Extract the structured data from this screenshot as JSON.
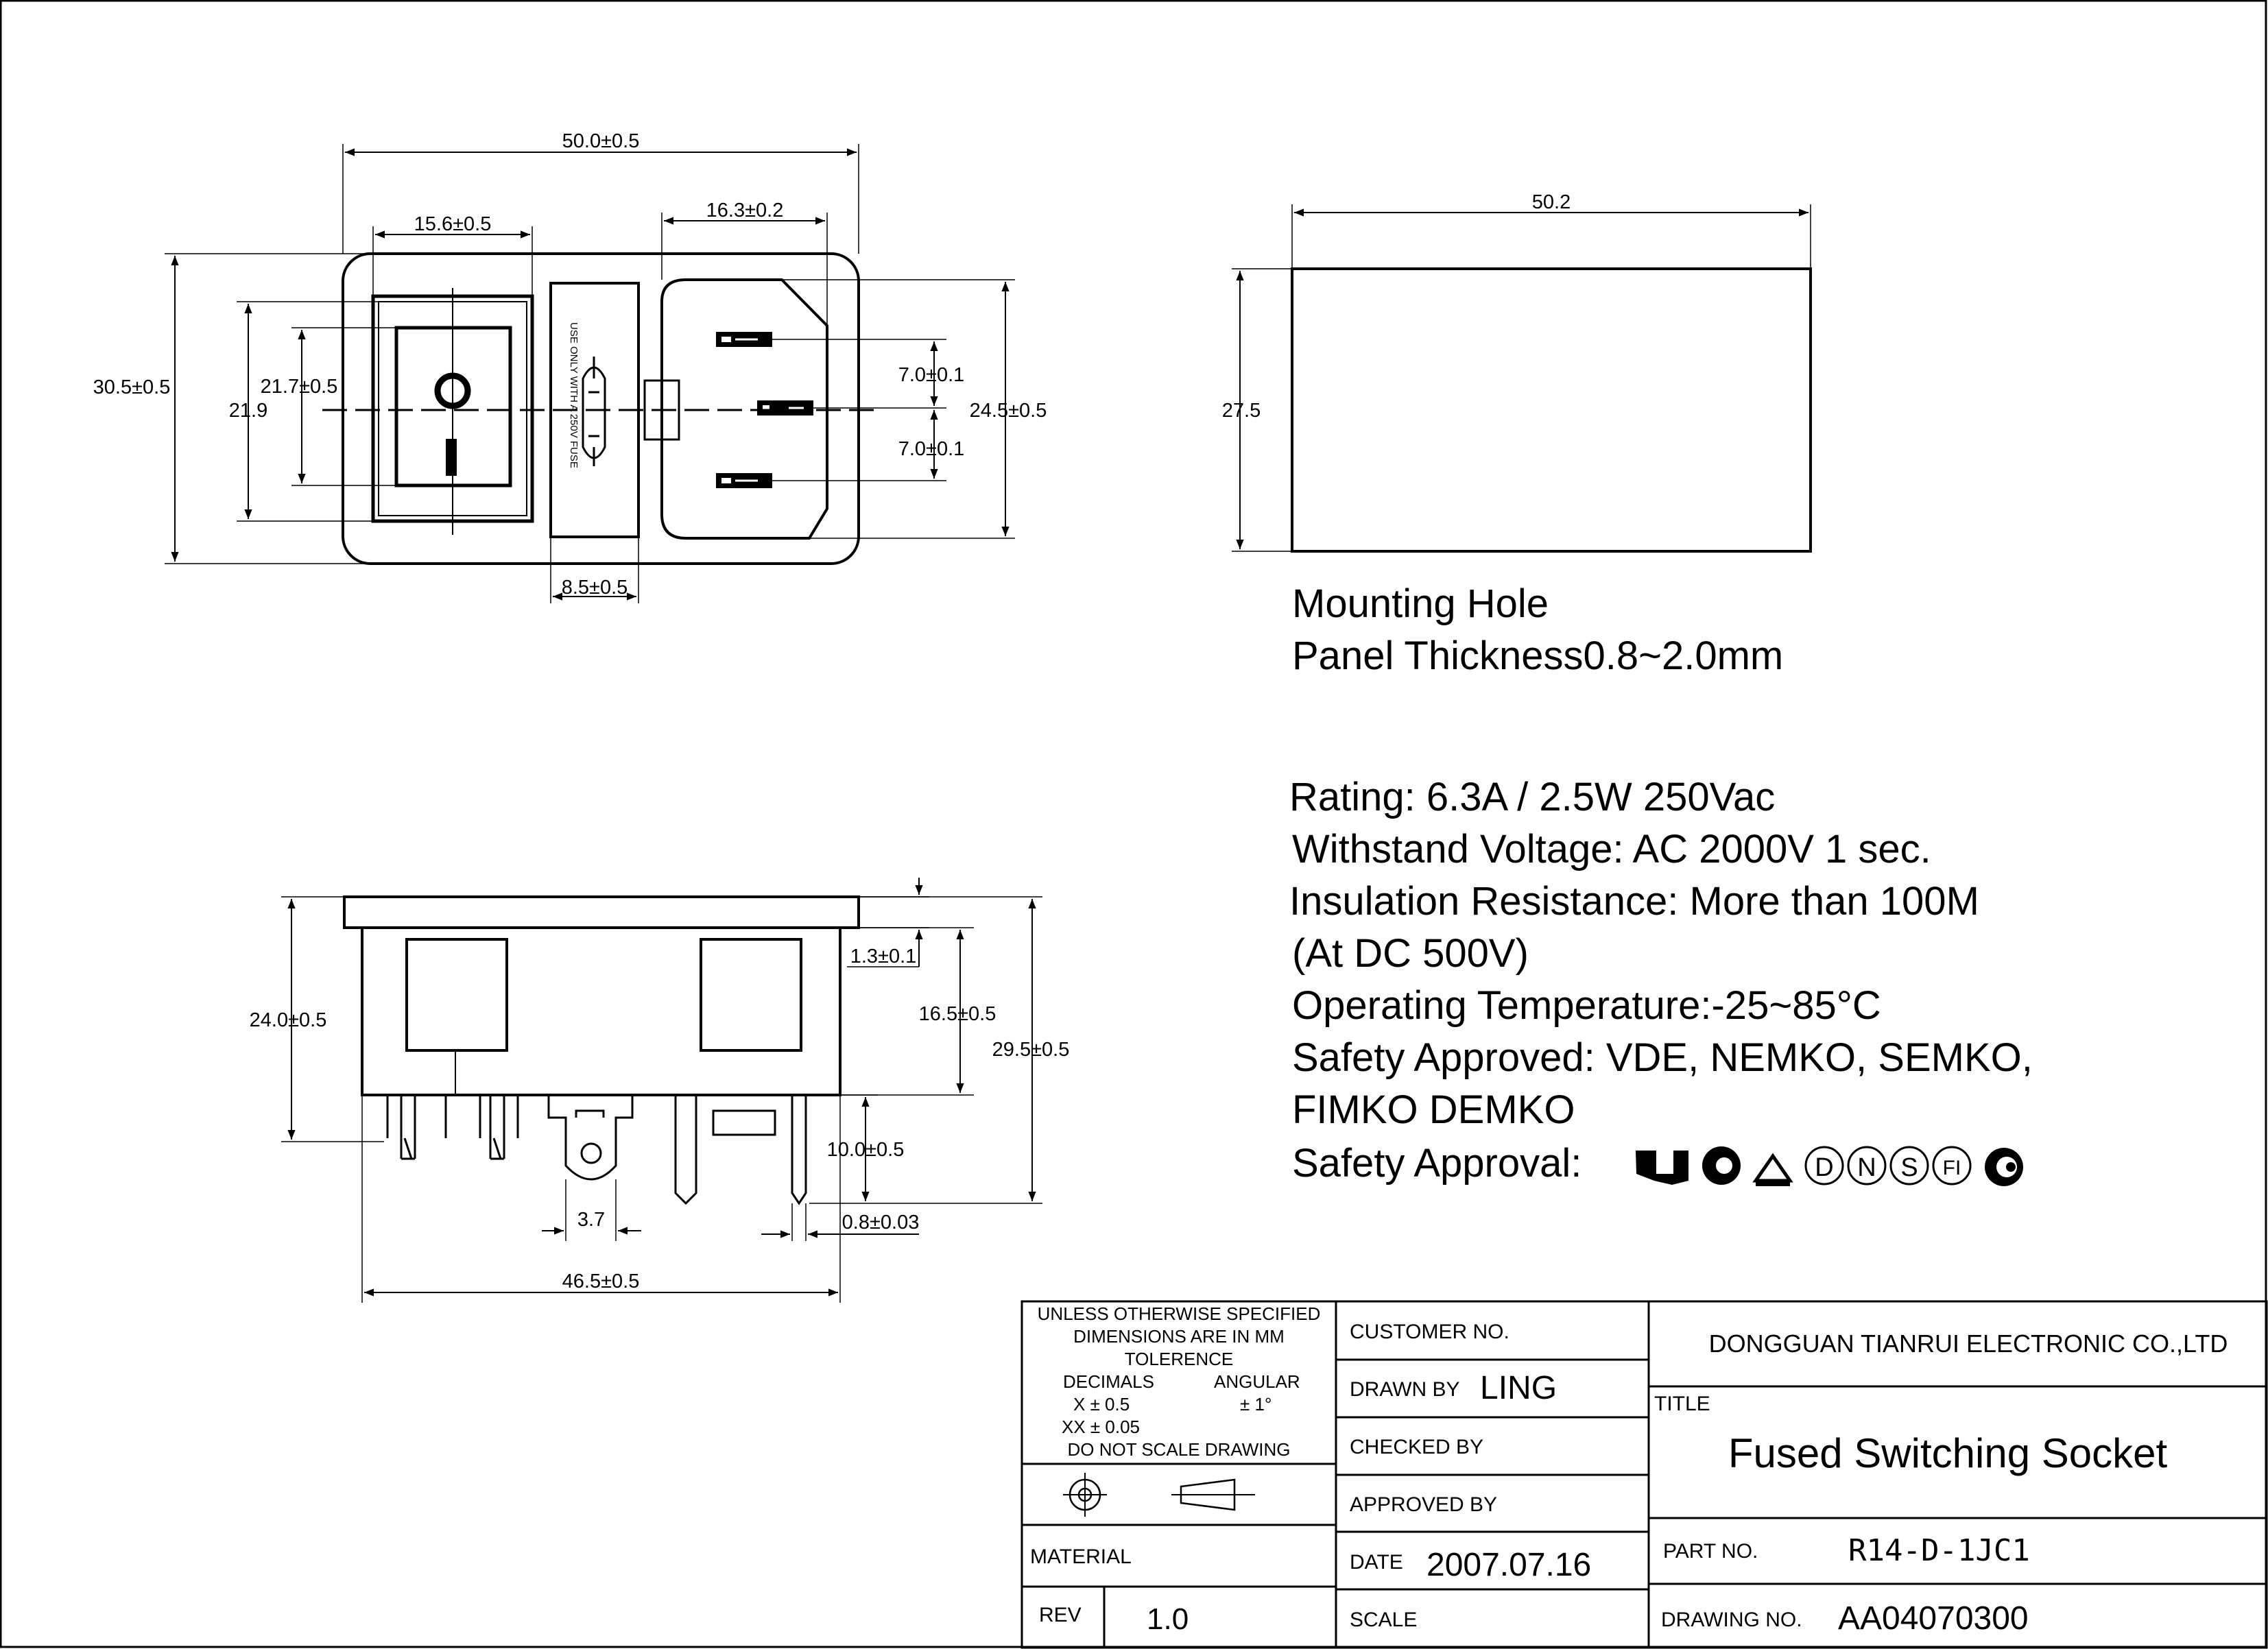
{
  "front_view": {
    "overall_width": "50.0±0.5",
    "switch_width": "15.6±0.5",
    "inlet_width": "16.3±0.2",
    "overall_height": "30.5±0.5",
    "switch_outer_height": "21.9",
    "switch_inner_height": "21.7±0.5",
    "pin_pitch_upper": "7.0±0.1",
    "pin_pitch_lower": "7.0±0.1",
    "inlet_height": "24.5±0.5",
    "fuse_width": "8.5±0.5",
    "fuse_label": "USE ONLY WITH A 250V FUSE"
  },
  "mounting_hole": {
    "width": "50.2",
    "height": "27.5",
    "title": "Mounting Hole",
    "panel_thickness": "Panel Thickness0.8~2.0mm"
  },
  "side_view": {
    "body_height": "24.0±0.5",
    "flange_thickness": "1.3±0.1",
    "inner_height": "16.5±0.5",
    "total_height": "29.5±0.5",
    "terminal_length": "10.0±0.5",
    "terminal_thickness": "0.8±0.03",
    "fuse_terminal_width": "3.7",
    "body_width": "46.5±0.5"
  },
  "specs": [
    "Rating: 6.3A / 2.5W 250Vac",
    "Withstand Voltage: AC 2000V 1 sec.",
    "Insulation Resistance: More than 100M",
    "(At DC 500V)",
    "Operating Temperature:-25~85°C",
    "Safety Approved: VDE, NEMKO, SEMKO,",
    "FIMKO  DEMKO",
    "Safety Approval:"
  ],
  "approval_marks": [
    "D",
    "N",
    "S",
    "FI"
  ],
  "title_block": {
    "tolerance_lines": [
      "UNLESS OTHERWISE SPECIFIED",
      "DIMENSIONS ARE IN MM",
      "TOLERENCE"
    ],
    "decimals_label": "DECIMALS",
    "angular_label": "ANGULAR",
    "x_tol": "X  ±  0.5",
    "xx_tol": "XX  ±  0.05",
    "angular_tol": "±  1°",
    "no_scale": "DO NOT SCALE DRAWING",
    "material_label": "MATERIAL",
    "rev_label": "REV",
    "rev_value": "1.0",
    "customer_label": "CUSTOMER NO.",
    "drawn_label": "DRAWN BY",
    "drawn_value": "LING",
    "checked_label": "CHECKED BY",
    "approved_label": "APPROVED BY",
    "date_label": "DATE",
    "date_value": "2007.07.16",
    "scale_label": "SCALE",
    "company": "DONGGUAN TIANRUI ELECTRONIC CO.,LTD",
    "title_label": "TITLE",
    "title_value": "Fused Switching Socket",
    "part_label": "PART NO.",
    "part_value": "R14-D-1JC1",
    "drawing_label": "DRAWING NO.",
    "drawing_value": "AA04070300"
  }
}
